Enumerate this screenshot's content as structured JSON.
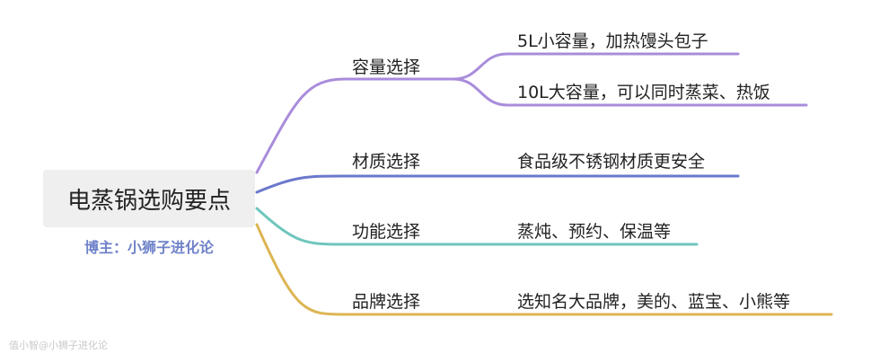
{
  "root": {
    "title": "电蒸锅选购要点",
    "author": "博主：小狮子进化论"
  },
  "branches": [
    {
      "label": "容量选择",
      "color": "#a98cdb",
      "leaves": [
        "5L小容量，加热馒头包子",
        "10L大容量，可以同时蒸菜、热饭"
      ]
    },
    {
      "label": "材质选择",
      "color": "#6b78cc",
      "leaves": [
        "食品级不锈钢材质更安全"
      ]
    },
    {
      "label": "功能选择",
      "color": "#6fc6bd",
      "leaves": [
        "蒸炖、预约、保温等"
      ]
    },
    {
      "label": "品牌选择",
      "color": "#dcb552",
      "leaves": [
        "选知名大品牌，美的、蓝宝、小熊等"
      ]
    }
  ],
  "watermark": "值小智@小狮子进化论"
}
